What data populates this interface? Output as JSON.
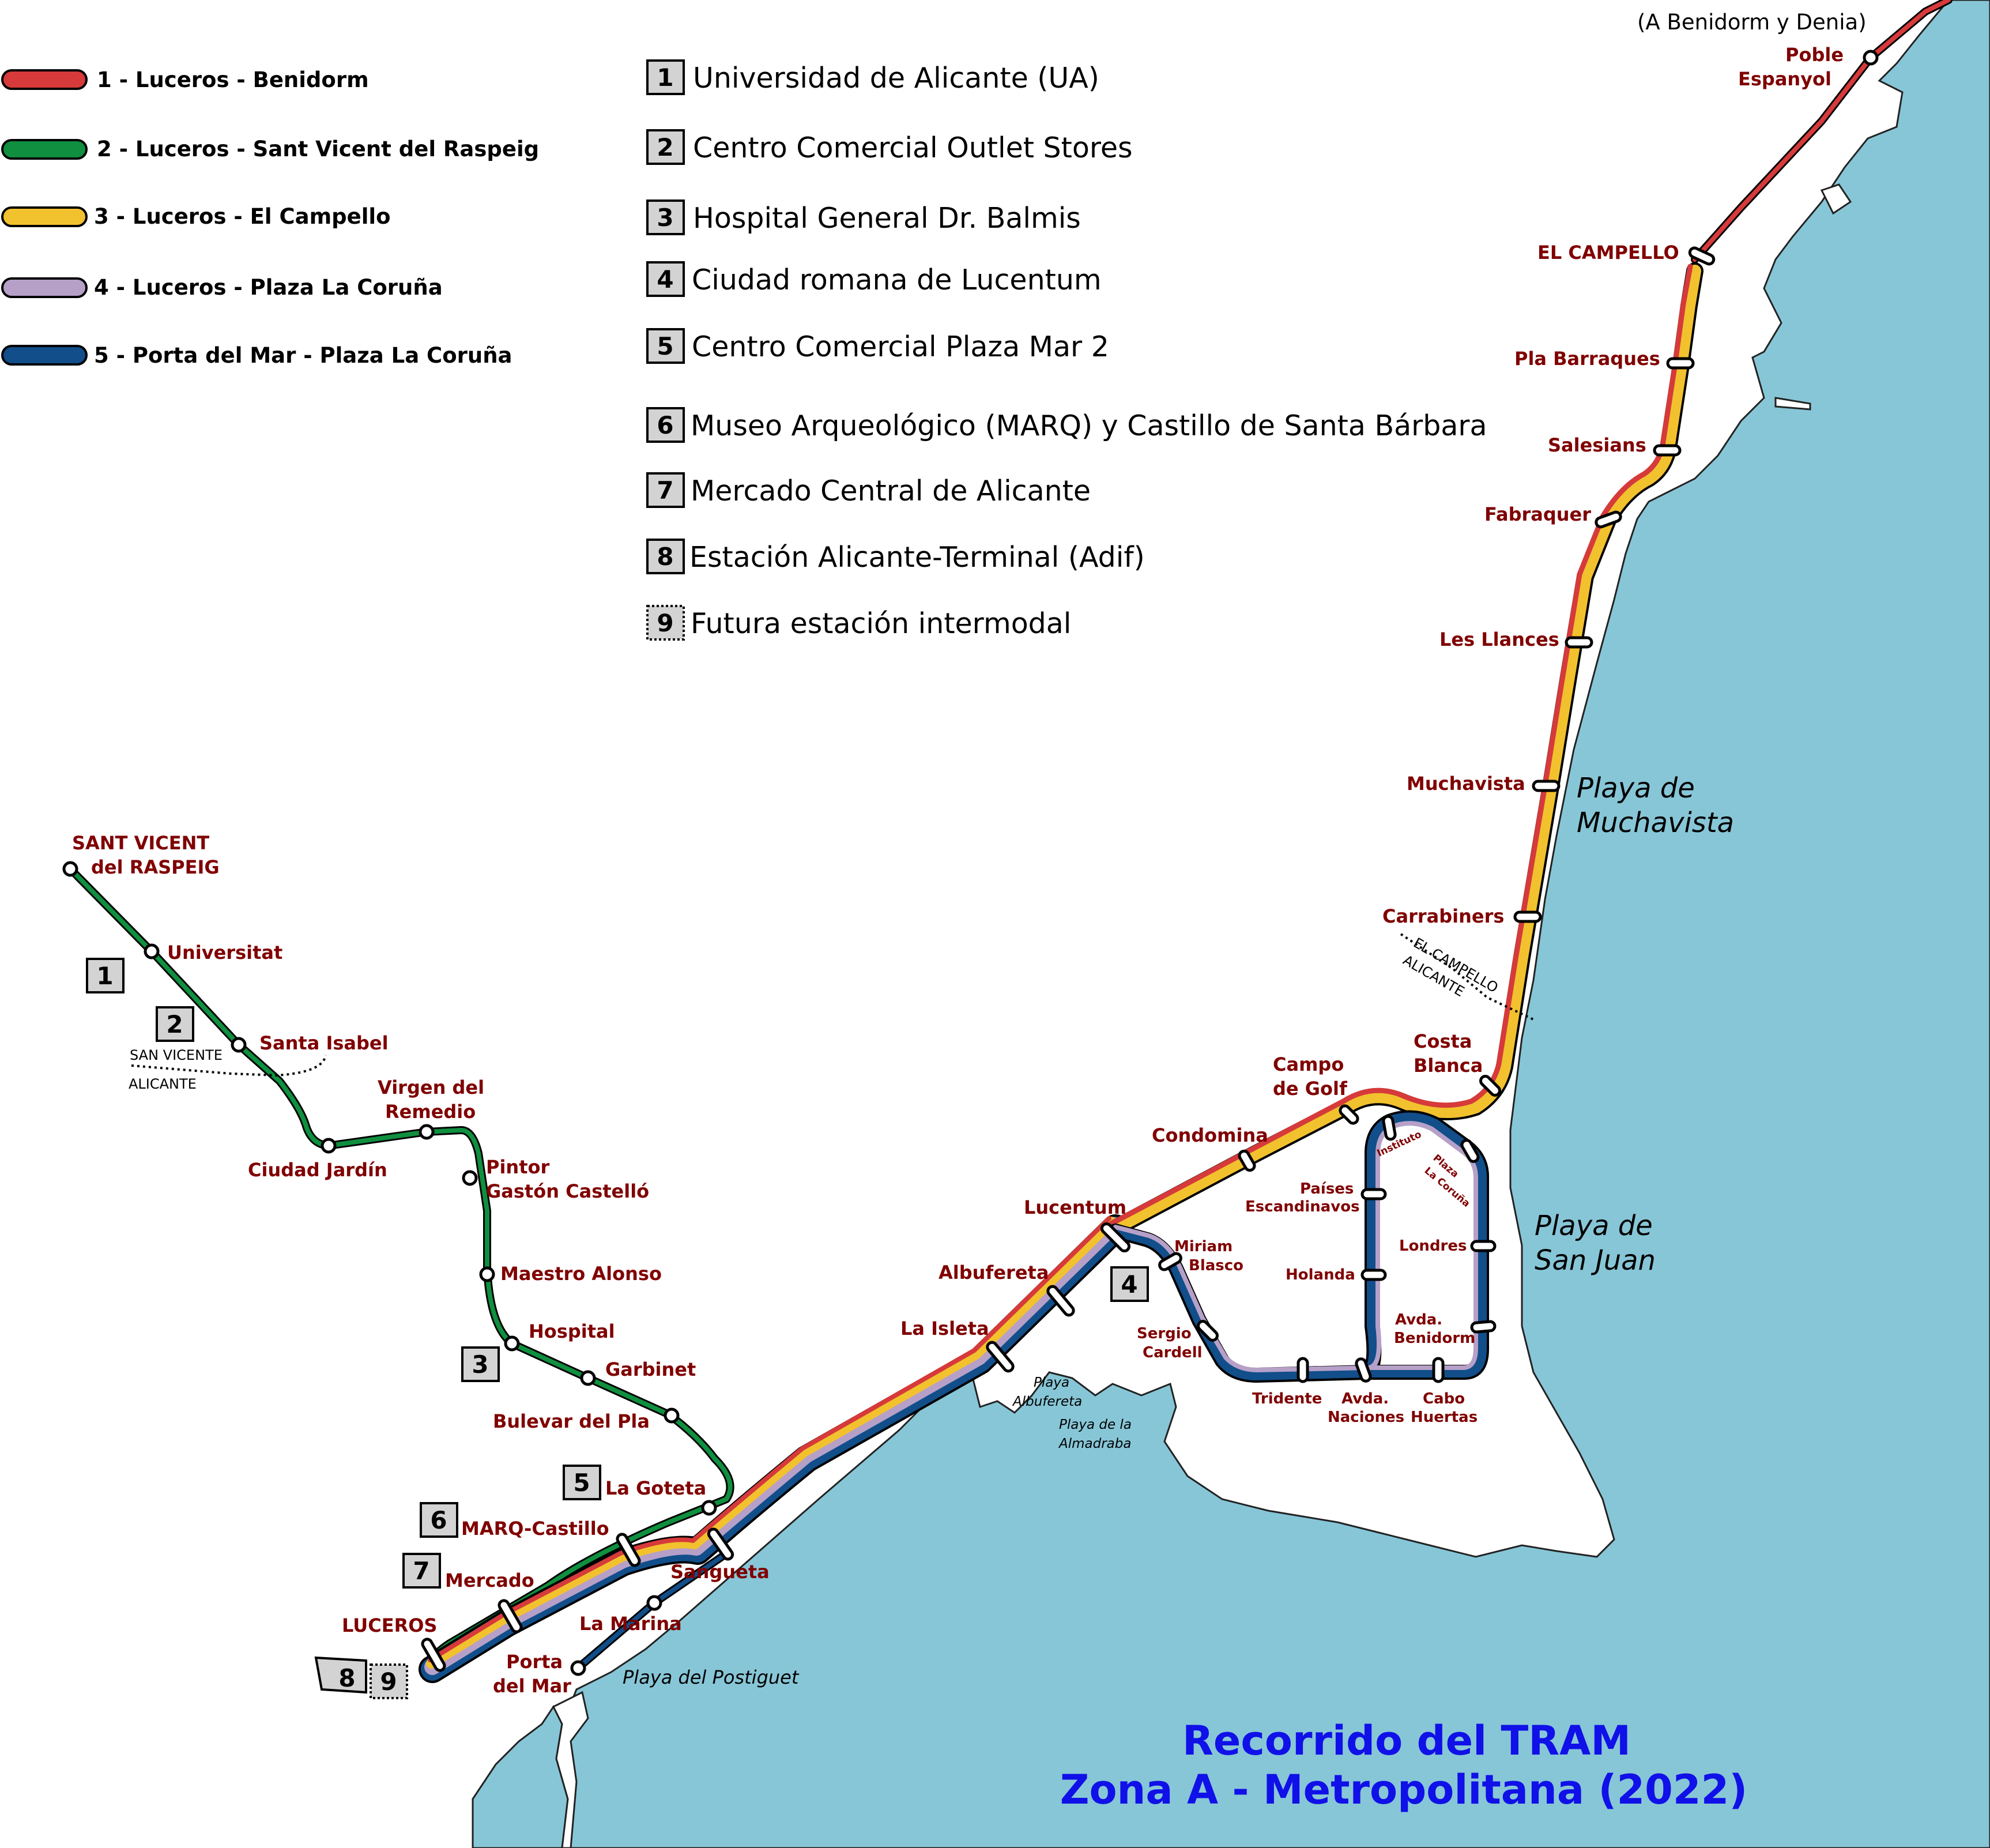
{
  "title": {
    "line1": "Recorrido del TRAM",
    "line2": "Zona A - Metropolitana (2022)"
  },
  "colors": {
    "line1": "#d63a3a",
    "line2": "#0f8f3f",
    "line3": "#f2c12e",
    "line4": "#b6a0c8",
    "line5": "#114e8a",
    "sea": "#87c6d7",
    "station_label": "#800000",
    "title": "#1010e8"
  },
  "legend": {
    "lines": [
      {
        "num": "1",
        "label": "1 - Luceros - Benidorm",
        "color": "#d63a3a"
      },
      {
        "num": "2",
        "label": "2 - Luceros - Sant Vicent del Raspeig",
        "color": "#0f8f3f"
      },
      {
        "num": "3",
        "label": "3 - Luceros - El Campello",
        "color": "#f2c12e"
      },
      {
        "num": "4",
        "label": "4 - Luceros - Plaza La Coruña",
        "color": "#b6a0c8"
      },
      {
        "num": "5",
        "label": "5 - Porta del Mar - Plaza La Coruña",
        "color": "#114e8a"
      }
    ],
    "points_of_interest": [
      {
        "num": "1",
        "label": "Universidad de Alicante (UA)"
      },
      {
        "num": "2",
        "label": "Centro Comercial Outlet Stores"
      },
      {
        "num": "3",
        "label": "Hospital General Dr. Balmis"
      },
      {
        "num": "4",
        "label": "Ciudad romana de Lucentum"
      },
      {
        "num": "5",
        "label": "Centro Comercial Plaza Mar 2"
      },
      {
        "num": "6",
        "label": "Museo Arqueológico (MARQ) y Castillo de Santa Bárbara"
      },
      {
        "num": "7",
        "label": "Mercado Central de Alicante"
      },
      {
        "num": "8",
        "label": "Estación Alicante-Terminal (Adif)"
      },
      {
        "num": "9",
        "label": "Futura estación intermodal"
      }
    ]
  },
  "direction_note": "(A Benidorm y Denia)",
  "stations": {
    "sant_vicent": [
      "SANT VICENT",
      "del RASPEIG"
    ],
    "universitat": "Universitat",
    "santa_isabel": "Santa Isabel",
    "ciudad_jardin": "Ciudad Jardín",
    "virgen_remedio": [
      "Virgen del",
      "Remedio"
    ],
    "pintor": [
      "Pintor",
      "Gastón Castelló"
    ],
    "maestro_alonso": "Maestro Alonso",
    "hospital": "Hospital",
    "garbinet": "Garbinet",
    "bulevar": "Bulevar del Pla",
    "la_goteta": "La Goteta",
    "marq": "MARQ-Castillo",
    "mercado": "Mercado",
    "luceros": "LUCEROS",
    "sangueta": "Sangueta",
    "la_marina": "La Marina",
    "porta_del_mar": [
      "Porta",
      "del Mar"
    ],
    "la_isleta": "La Isleta",
    "albufereta": "Albufereta",
    "lucentum": "Lucentum",
    "condomina": "Condomina",
    "campo_golf": [
      "Campo",
      "de Golf"
    ],
    "costa_blanca": [
      "Costa",
      "Blanca"
    ],
    "carrabiners": "Carrabiners",
    "muchavista": "Muchavista",
    "les_llances": "Les Llances",
    "fabraquer": "Fabraquer",
    "salesians": "Salesians",
    "pla_barraques": "Pla Barraques",
    "el_campello": "EL CAMPELLO",
    "poble_espanyol": [
      "Poble",
      "Espanyol"
    ],
    "miriam_blasco": [
      "Miriam",
      "Blasco"
    ],
    "sergio_cardell": [
      "Sergio",
      "Cardell"
    ],
    "tridente": "Tridente",
    "avda_naciones": [
      "Avda.",
      "Naciones"
    ],
    "cabo_huertas": [
      "Cabo",
      "Huertas"
    ],
    "holanda": "Holanda",
    "paises_escandinavos": [
      "Países",
      "Escandinavos"
    ],
    "instituto": "Instituto",
    "plaza_coruna": [
      "Plaza",
      "La Coruña"
    ],
    "londres": "Londres",
    "avda_benidorm": [
      "Avda.",
      "Benidorm"
    ]
  },
  "beaches": {
    "muchavista": [
      "Playa de",
      "Muchavista"
    ],
    "san_juan": [
      "Playa de",
      "San Juan"
    ],
    "postiguet": "Playa del Postiguet",
    "albufereta": [
      "Playa",
      "Albufereta"
    ],
    "almadraba": [
      "Playa de la",
      "Almadraba"
    ]
  },
  "boundaries": {
    "san_vicente": [
      "SAN VICENTE",
      "ALICANTE"
    ],
    "el_campello": [
      "EL CAMPELLO",
      "ALICANTE"
    ]
  },
  "map_boxes": [
    "1",
    "2",
    "3",
    "4",
    "5",
    "6",
    "7",
    "8",
    "9"
  ]
}
